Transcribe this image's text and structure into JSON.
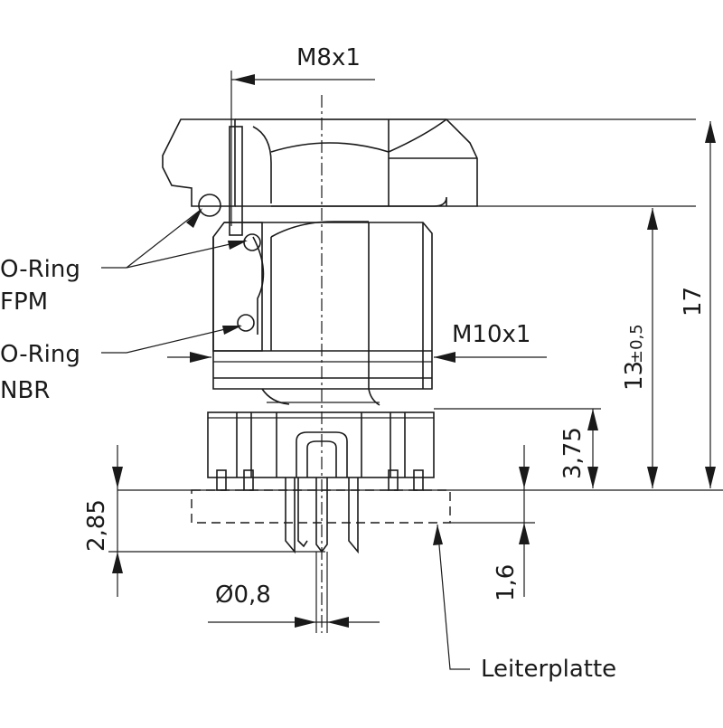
{
  "labels": {
    "thread_top": "M8x1",
    "thread_mid": "M10x1",
    "oring_fpm_line1": "O-Ring",
    "oring_fpm_line2": "FPM",
    "oring_nbr_line1": "O-Ring",
    "oring_nbr_line2": "NBR",
    "dim_17": "17",
    "dim_13": "13",
    "dim_13_tol": "±0,5",
    "dim_3_75": "3,75",
    "dim_2_85": "2,85",
    "dim_1_6": "1,6",
    "dim_pin": "Ø0,8",
    "pcb": "Leiterplatte"
  }
}
